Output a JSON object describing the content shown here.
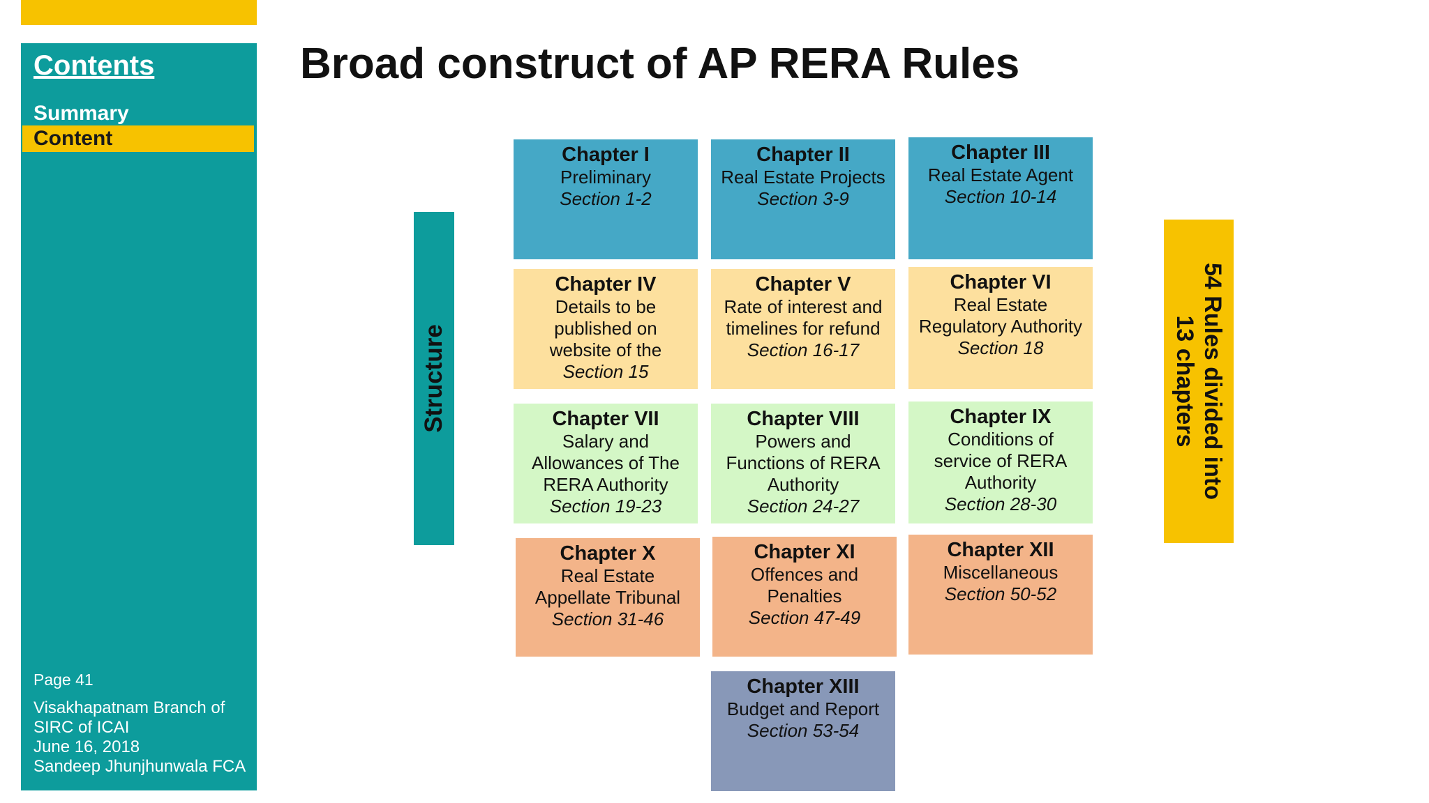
{
  "sidebar": {
    "title": "Contents",
    "items": [
      "Summary",
      "Content"
    ],
    "page": "Page 41",
    "footer": [
      "Visakhapatnam Branch of",
      "SIRC of ICAI",
      "June 16, 2018",
      "Sandeep Jhunjhunwala FCA"
    ]
  },
  "title": "Broad construct of AP RERA Rules",
  "structure_label": "Structure",
  "summary_lines": [
    "54 Rules divided into",
    "13 chapters"
  ],
  "chapters": [
    {
      "title": "Chapter I",
      "desc": "Preliminary",
      "section": "Section 1-2"
    },
    {
      "title": "Chapter II",
      "desc": "Real Estate Projects",
      "section": "Section 3-9"
    },
    {
      "title": "Chapter III",
      "desc": "Real Estate Agent",
      "section": "Section 10-14"
    },
    {
      "title": "Chapter IV",
      "desc": "Details to be published on website of the",
      "section": "Section 15"
    },
    {
      "title": "Chapter V",
      "desc": "Rate of interest and timelines for refund",
      "section": "Section 16-17"
    },
    {
      "title": "Chapter VI",
      "desc": "Real Estate Regulatory Authority",
      "section": "Section 18"
    },
    {
      "title": "Chapter VII",
      "desc": "Salary and Allowances of The RERA Authority",
      "section": "Section 19-23"
    },
    {
      "title": "Chapter VIII",
      "desc": "Powers and Functions of RERA Authority",
      "section": "Section 24-27"
    },
    {
      "title": "Chapter IX",
      "desc": "Conditions of service of RERA Authority",
      "section": "Section 28-30"
    },
    {
      "title": "Chapter X",
      "desc": "Real Estate Appellate Tribunal",
      "section": "Section 31-46"
    },
    {
      "title": "Chapter XI",
      "desc": "Offences and Penalties",
      "section": "Section 47-49"
    },
    {
      "title": "Chapter XII",
      "desc": "Miscellaneous",
      "section": "Section 50-52"
    },
    {
      "title": "Chapter XIII",
      "desc": "Budget and Report",
      "section": "Section 53-54"
    }
  ],
  "colors": {
    "teal": "#0d9c9c",
    "yellow_accent": "#f7c200",
    "blue": "#45a8c6",
    "light_yellow": "#fde09e",
    "light_green": "#d4f7c6",
    "orange": "#f3b489",
    "slate": "#8898b8"
  }
}
